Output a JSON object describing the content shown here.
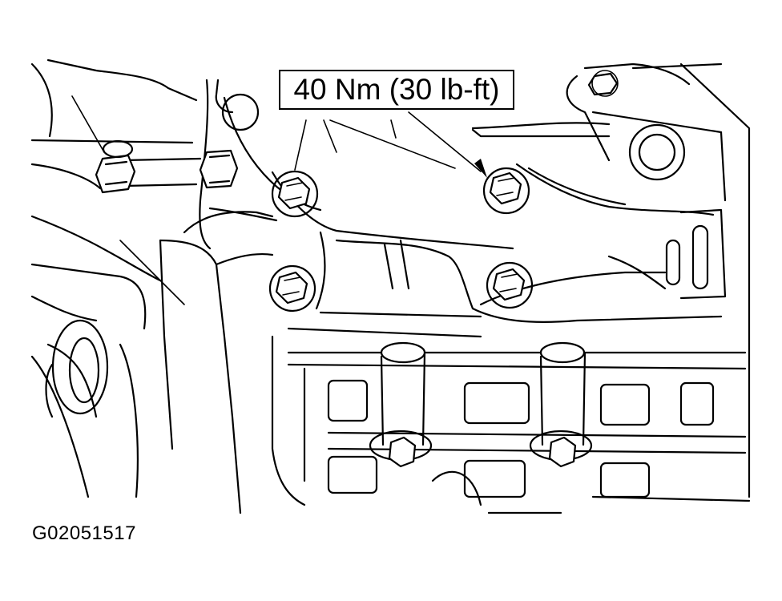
{
  "callout": {
    "torque_label": "40 Nm (30 lb-ft)"
  },
  "figure": {
    "id": "G02051517"
  },
  "icons": {
    "bolt": "hex-bolt-icon",
    "leader": "leader-arrow"
  }
}
